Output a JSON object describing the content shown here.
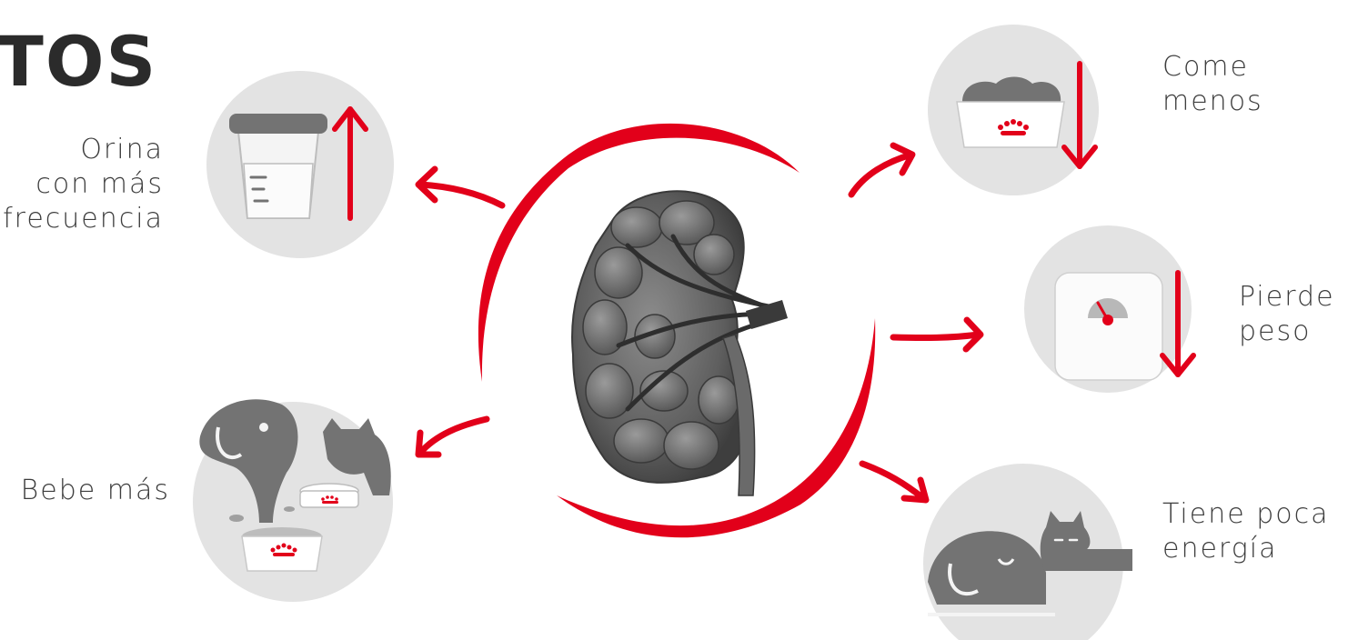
{
  "title": "TOS",
  "center": {
    "icon": "kidney-illustration"
  },
  "colors": {
    "accent": "#e2001a",
    "circle_bg": "#e3e3e3",
    "icon_gray": "#737373",
    "text": "#3d3d3d"
  },
  "symptoms": {
    "orina": {
      "label": "Orina\ncon más\nfrecuencia",
      "icon": "urine-cup-icon",
      "trend": "up"
    },
    "bebe": {
      "label": "Bebe más",
      "icon": "dog-cat-drinking-icon"
    },
    "come": {
      "label": "Come\nmenos",
      "icon": "food-bowl-icon",
      "trend": "down"
    },
    "pierde": {
      "label": "Pierde\npeso",
      "icon": "weighing-scale-icon",
      "trend": "down"
    },
    "energia": {
      "label": "Tiene poca\nenergía",
      "icon": "sleeping-pets-icon"
    }
  }
}
